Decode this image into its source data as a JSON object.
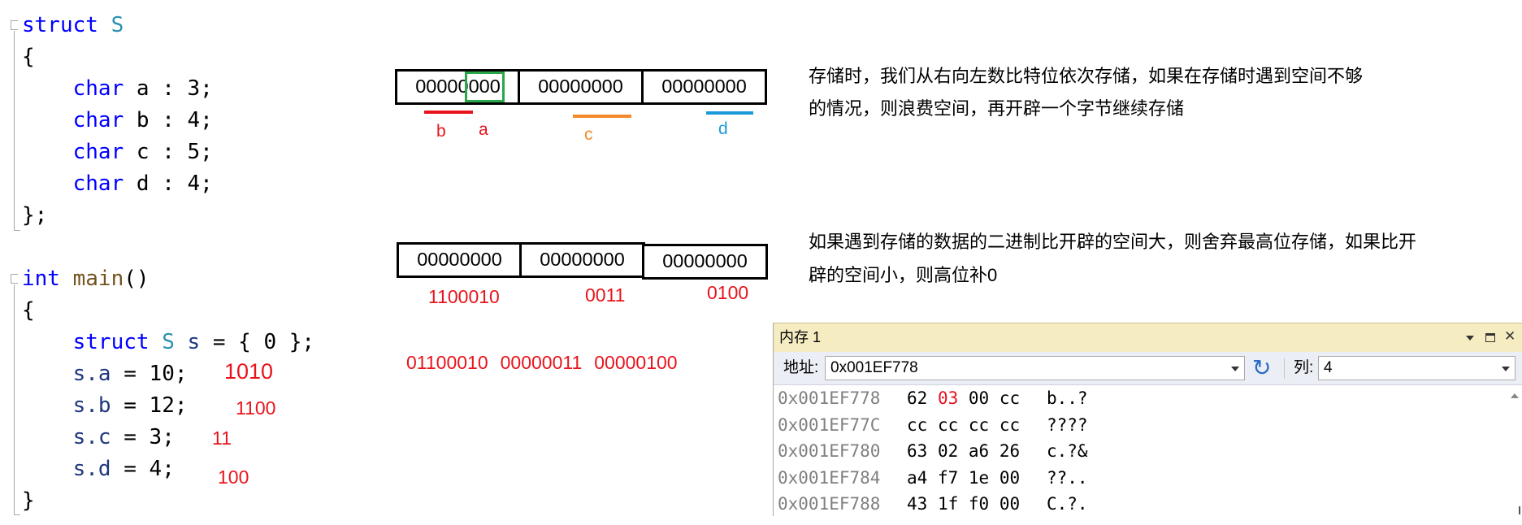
{
  "colors": {
    "keyword": "#0000ff",
    "type": "#2b91af",
    "function": "#74531f",
    "variable": "#1f377f",
    "plain": "#000000",
    "annotation_red": "#e8141c",
    "highlight_green": "#2aa64b",
    "label_orange": "#f28a2b",
    "label_blue": "#1a9ad9",
    "memory_changed": "#e81123",
    "memory_address": "#808080"
  },
  "code": {
    "lines": [
      {
        "tokens": [
          {
            "t": "struct",
            "c": "keyword"
          },
          {
            "t": " "
          },
          {
            "t": "S",
            "c": "type"
          }
        ]
      },
      {
        "tokens": [
          {
            "t": "{"
          }
        ]
      },
      {
        "tokens": [
          {
            "t": "    "
          },
          {
            "t": "char",
            "c": "keyword"
          },
          {
            "t": " a : 3;"
          }
        ]
      },
      {
        "tokens": [
          {
            "t": "    "
          },
          {
            "t": "char",
            "c": "keyword"
          },
          {
            "t": " b : 4;"
          }
        ]
      },
      {
        "tokens": [
          {
            "t": "    "
          },
          {
            "t": "char",
            "c": "keyword"
          },
          {
            "t": " c : 5;"
          }
        ]
      },
      {
        "tokens": [
          {
            "t": "    "
          },
          {
            "t": "char",
            "c": "keyword"
          },
          {
            "t": " d : 4;"
          }
        ]
      },
      {
        "tokens": [
          {
            "t": "};"
          }
        ]
      },
      {
        "tokens": []
      },
      {
        "tokens": [
          {
            "t": "int",
            "c": "keyword"
          },
          {
            "t": " "
          },
          {
            "t": "main",
            "c": "function"
          },
          {
            "t": "()"
          }
        ]
      },
      {
        "tokens": [
          {
            "t": "{"
          }
        ]
      },
      {
        "tokens": [
          {
            "t": "    "
          },
          {
            "t": "struct",
            "c": "keyword"
          },
          {
            "t": " "
          },
          {
            "t": "S",
            "c": "type"
          },
          {
            "t": " "
          },
          {
            "t": "s",
            "c": "variable"
          },
          {
            "t": " = { 0 };"
          }
        ]
      },
      {
        "tokens": [
          {
            "t": "    "
          },
          {
            "t": "s.a",
            "c": "variable"
          },
          {
            "t": " = 10;"
          }
        ]
      },
      {
        "tokens": [
          {
            "t": "    "
          },
          {
            "t": "s.b",
            "c": "variable"
          },
          {
            "t": " = 12;"
          }
        ]
      },
      {
        "tokens": [
          {
            "t": "    "
          },
          {
            "t": "s.c",
            "c": "variable"
          },
          {
            "t": " = 3;"
          }
        ]
      },
      {
        "tokens": [
          {
            "t": "    "
          },
          {
            "t": "s.d",
            "c": "variable"
          },
          {
            "t": " = 4;"
          }
        ]
      },
      {
        "tokens": [
          {
            "t": "}"
          }
        ]
      }
    ]
  },
  "code_annotations": [
    "1010",
    "1100",
    "11",
    "100"
  ],
  "diagram_top": {
    "boxes": [
      {
        "text": "00000",
        "highlight": "000"
      },
      {
        "text": "00000000"
      },
      {
        "text": "00000000"
      }
    ],
    "labels": [
      "b",
      "a",
      "c",
      "d"
    ],
    "note": [
      "存储时，我们从右向左数比特位依次存储，如果在存储时遇到空间不够",
      "的情况，则浪费空间，再开辟一个字节继续存储"
    ]
  },
  "diagram_bottom": {
    "boxes": [
      "00000000",
      "00000000",
      "00000000"
    ],
    "labels": [
      "1100010",
      "0011",
      "0100"
    ],
    "note": [
      "如果遇到存储的数据的二进制比开辟的空间大，则舍弃最高位存储，如果比开",
      "辟的空间小，则高位补0"
    ],
    "binary": [
      "01100010",
      "00000011",
      "00000100"
    ]
  },
  "memory": {
    "title": "内存 1",
    "address_label": "地址:",
    "address_value": "0x001EF778",
    "columns_label": "列:",
    "columns_value": "4",
    "rows": [
      {
        "address": "0x001EF778",
        "bytes": [
          "62",
          "03",
          "00",
          "cc"
        ],
        "chars": "b..?",
        "changed": [
          1
        ]
      },
      {
        "address": "0x001EF77C",
        "bytes": [
          "cc",
          "cc",
          "cc",
          "cc"
        ],
        "chars": "????",
        "changed": []
      },
      {
        "address": "0x001EF780",
        "bytes": [
          "63",
          "02",
          "a6",
          "26"
        ],
        "chars": "c.?&",
        "changed": []
      },
      {
        "address": "0x001EF784",
        "bytes": [
          "a4",
          "f7",
          "1e",
          "00"
        ],
        "chars": "??..",
        "changed": []
      },
      {
        "address": "0x001EF788",
        "bytes": [
          "43",
          "1f",
          "f0",
          "00"
        ],
        "chars": "C.?.",
        "changed": []
      }
    ]
  }
}
